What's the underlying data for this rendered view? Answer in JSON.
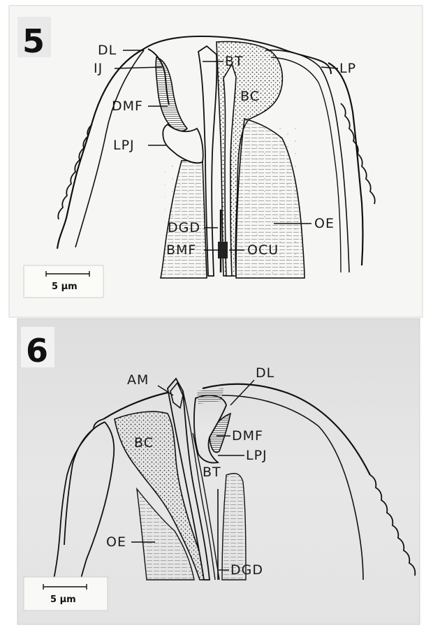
{
  "panels": [
    {
      "number": "5",
      "labels": [
        "DL",
        "IJ",
        "BT",
        "LP",
        "BC",
        "DMF",
        "LPJ",
        "DGD",
        "OE",
        "BMF",
        "OCU"
      ],
      "scale_bar": "5 µm"
    },
    {
      "number": "6",
      "labels": [
        "AM",
        "DL",
        "BC",
        "DMF",
        "LPJ",
        "BT",
        "OE",
        "DGD"
      ],
      "scale_bar": "5 µm"
    }
  ]
}
